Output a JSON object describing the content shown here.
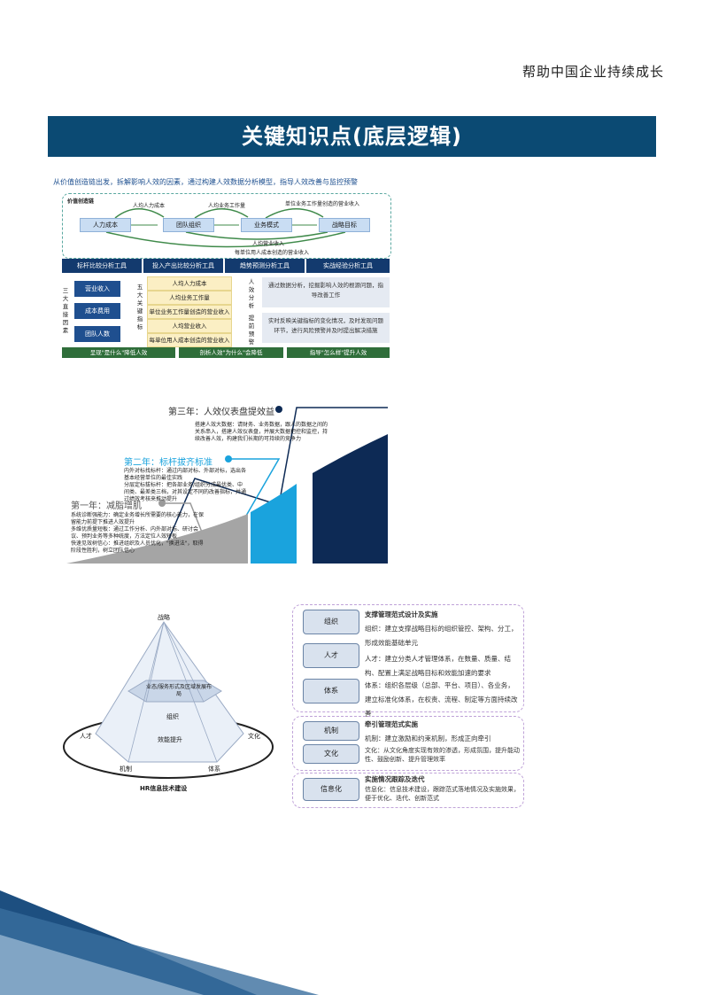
{
  "header": {
    "slogan": "帮助中国企业持续成长"
  },
  "banner": {
    "title": "关键知识点(底层逻辑)"
  },
  "diagram1": {
    "intro": "从价值创造链出发，拆解影响人效的因素，通过构建人效数据分析模型，指导人效改善与监控预警",
    "chain_label": "价值创造链",
    "chain": [
      "人力成本",
      "团队组织",
      "业务模式",
      "战略目标"
    ],
    "top_arrows": [
      "人均人力成本",
      "人均业务工作量",
      "单位业务工作量创造的营业收入"
    ],
    "bottom_arrows": [
      "人均营业收入",
      "每单位用人成本创造的营业收入"
    ],
    "tool_headers": [
      "标杆比较分析工具",
      "投入产出比较分析工具",
      "趋势预测分析工具",
      "实战经验分析工具"
    ],
    "left_vertical": "三大直接因素",
    "left_items": [
      "营业收入",
      "成本费用",
      "团队人数"
    ],
    "mid_vertical": "五大关键指标",
    "mid_items": [
      "人均人力成本",
      "人均业务工作量",
      "单位业务工作量创造的营业收入",
      "人均营业收入",
      "每单位用人成本创造的营业收入"
    ],
    "right_labels": [
      "人效分析",
      "提前预警"
    ],
    "right_texts": [
      "通过数据分析，挖掘影响人效的根源问题，指导改善工作",
      "实时反映关键指标的变化情况，及时发现问题环节，进行风险预警并及时提出解决措施"
    ],
    "bottom_bars": [
      "呈现\"是什么\"降低人效",
      "剖析人效\"为什么\"会降低",
      "指导\"怎么样\"提升人效"
    ]
  },
  "diagram2": {
    "year3_title": "第三年：人效仪表盘提效益",
    "year3_text": "搭建人效大数据：请财务、业务数据，跟人的数据之间的关系串入，搭建人效仪表盘，并展大数据把控和监控，持续改善人效，构建我们长期的可持续的竞争力",
    "year2_title": "第二年：标杆拔齐标准",
    "year2_text": "内外对标找标杆：通过内部对标、外部对标，选出各基本经营单位的最佳实践\n分层定标拔标杆：把各部业务/组织分成最优类、中间类、最差类三档，对其设定不同的改善指标，并通过绩效考核来推动提升",
    "year1_title": "第一年：减脂增肌",
    "year1_text": "系统诊断强能力：确定业务增长所需要的核心能力，在保留能力前提下推进人效提升\n多维优质量短板：通过工作分析、内外部对标、研讨会议、预判业务等多种统度，方法定位人效短板\n快速见效树信心：推进组织及人员优化，\"换进法\"，取得阶段性胜利，树立团队信心"
  },
  "diagram3": {
    "pyramid": {
      "top": "战略",
      "band": "业态/服务形式及区域发展布局",
      "middle": "组织",
      "base": "效能提升",
      "left": "人才",
      "right": "文化",
      "bottom_left": "机制",
      "bottom_right": "体系",
      "footer": "HR信息技术建设"
    },
    "groups": [
      {
        "title": "支撑管理范式设计及实施",
        "tags": [
          "组织",
          "人才",
          "体系"
        ],
        "bullets": [
          "组织：建立支撑战略目标的组织管控、架构、分工，形成效能基础单元",
          "人才：建立分类人才管理体系，在数量、质量、结构、配置上满足战略目标和效能加速的要求",
          "体系：组织各层级（总部、平台、项目）、各业务，建立标准化体系，在权责、流程、制定等方面持续改善"
        ]
      },
      {
        "title": "牵引管理范式实施",
        "tags": [
          "机制",
          "文化"
        ],
        "bullets": [
          "机制：建立激励和约束机制，形成正向牵引",
          "文化：从文化角度实现有效的渗透，形成氛围，提升能动性、鼓励创新、提升管理效率"
        ]
      },
      {
        "title": "实施情况跟踪及迭代",
        "tags": [
          "信息化"
        ],
        "bullets": [
          "信息化：信息技术建设，跟踪范式落地情况及实施效果，便于优化、迭代、创新范式"
        ]
      }
    ]
  },
  "colors": {
    "banner": "#0b4a73",
    "navy": "#133a6e",
    "accent_blue": "#1aa3dd",
    "gray": "#a3a3a3"
  }
}
